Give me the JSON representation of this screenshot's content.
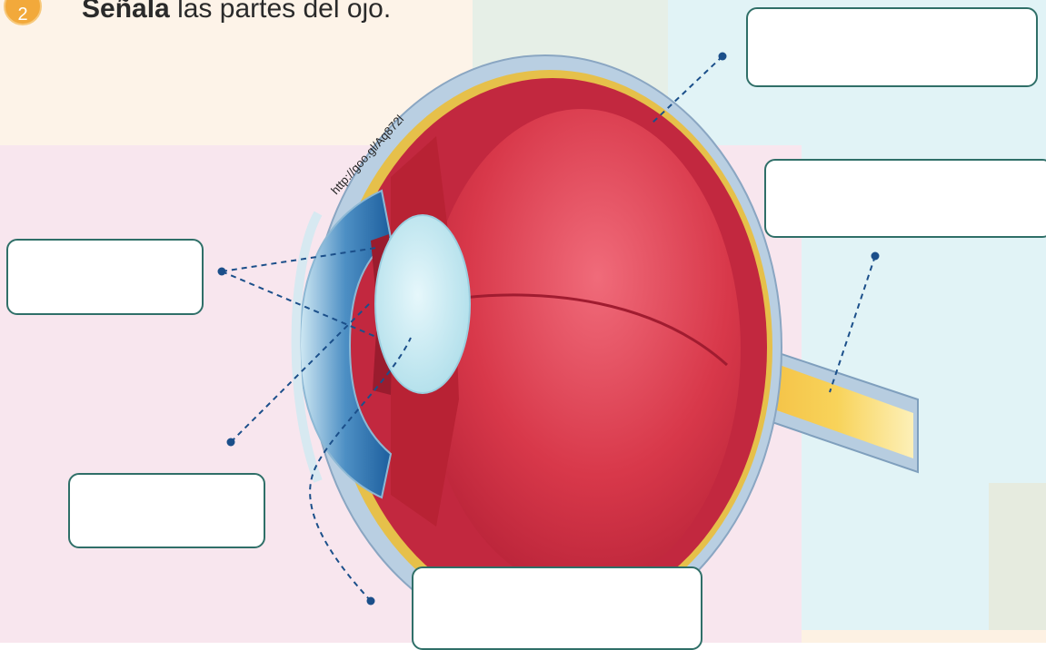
{
  "exercise": {
    "number": "2",
    "instruction_bold": "Señala",
    "instruction_rest": " las partes del ojo."
  },
  "source_url": "http://goo.gl/Aq872l",
  "label_boxes": [
    {
      "id": "top-right",
      "value": ""
    },
    {
      "id": "right-middle",
      "value": ""
    },
    {
      "id": "left-middle",
      "value": ""
    },
    {
      "id": "bottom-left",
      "value": ""
    },
    {
      "id": "bottom-center",
      "value": ""
    }
  ],
  "colors": {
    "accent_teal": "#2f6f68",
    "leader_line": "#1b4f8a",
    "badge_orange": "#f2a93b",
    "vitreous_red": "#d8384a",
    "optic_nerve_yellow": "#f6cc45"
  },
  "icons": [
    "number-badge"
  ]
}
